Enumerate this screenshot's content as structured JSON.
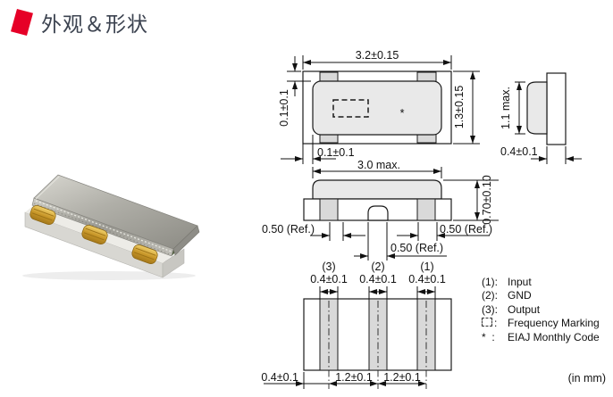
{
  "header": {
    "title": "外观＆形状",
    "accent_color": "#e60027"
  },
  "d": {
    "top_w": "3.2±0.15",
    "top_h": "1.3±0.15",
    "top_gap_v": "0.1±0.1",
    "top_gap_h": "0.1±0.1",
    "star": "*",
    "side_h": "1.1 max.",
    "side_w": "0.4±0.1",
    "front_w": "3.0 max.",
    "front_h": "0.70±0.10",
    "front_l": "0.50 (Ref.)",
    "front_r": "0.50 (Ref.)",
    "front_c": "0.50 (Ref.)",
    "pad3": "(3)",
    "pad2": "(2)",
    "pad1": "(1)",
    "pw3": "0.4±0.1",
    "pw2": "0.4±0.1",
    "pw1": "0.4±0.1",
    "edge": "0.4±0.1",
    "pitch1": "1.2±0.1",
    "pitch2": "1.2±0.1"
  },
  "legend": {
    "items": [
      {
        "sym": "(1):",
        "label": "Input"
      },
      {
        "sym": "(2):",
        "label": "GND"
      },
      {
        "sym": "(3):",
        "label": "Output"
      },
      {
        "sym": ":",
        "label": "Frequency Marking",
        "icon": "dashed-box"
      },
      {
        "sym": "*  :",
        "label": "EIAJ Monthly Code"
      }
    ],
    "unit_note": "(in mm)"
  },
  "colors": {
    "lid_fill": "#e9e9e9",
    "pad_fill": "#d9d9d9",
    "line": "#1a1a1a"
  }
}
